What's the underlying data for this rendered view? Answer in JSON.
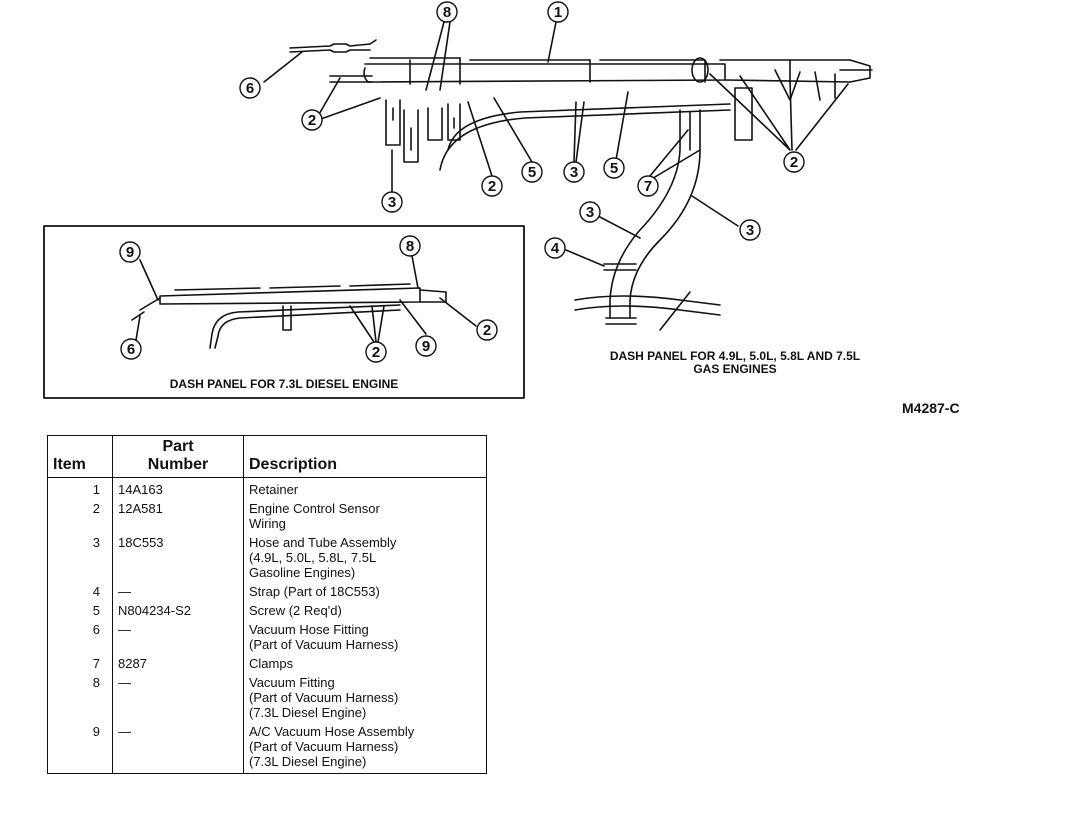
{
  "diagram": {
    "main_caption_lines": [
      "DASH PANEL FOR 4.9L, 5.0L, 5.8L AND 7.5L",
      "GAS ENGINES"
    ],
    "inset_caption": "DASH PANEL FOR 7.3L DIESEL ENGINE",
    "figure_ref": "M4287-C",
    "callouts_main": [
      "8",
      "1",
      "6",
      "2",
      "2",
      "5",
      "3",
      "5",
      "2",
      "3",
      "7",
      "3",
      "3",
      "4"
    ],
    "callouts_inset": [
      "9",
      "8",
      "6",
      "2",
      "9",
      "2"
    ]
  },
  "table": {
    "headers": {
      "item": "Item",
      "part_line1": "Part",
      "part_line2": "Number",
      "description": "Description"
    },
    "rows": [
      {
        "item": "1",
        "part": "14A163",
        "description": [
          "Retainer"
        ]
      },
      {
        "item": "2",
        "part": "12A581",
        "description": [
          "Engine Control Sensor",
          "Wiring"
        ]
      },
      {
        "item": "3",
        "part": "18C553",
        "description": [
          "Hose and Tube Assembly",
          "(4.9L, 5.0L, 5.8L, 7.5L",
          "Gasoline Engines)"
        ]
      },
      {
        "item": "4",
        "part": "—",
        "description": [
          "Strap (Part of 18C553)"
        ]
      },
      {
        "item": "5",
        "part": "N804234-S2",
        "description": [
          "Screw (2 Req'd)"
        ]
      },
      {
        "item": "6",
        "part": "—",
        "description": [
          "Vacuum Hose Fitting",
          "(Part of Vacuum Harness)"
        ]
      },
      {
        "item": "7",
        "part": "8287",
        "description": [
          "Clamps"
        ]
      },
      {
        "item": "8",
        "part": "—",
        "description": [
          "Vacuum Fitting",
          "(Part of Vacuum Harness)",
          "(7.3L Diesel Engine)"
        ]
      },
      {
        "item": "9",
        "part": "—",
        "description": [
          "A/C Vacuum Hose Assembly",
          "(Part of Vacuum Harness)",
          "(7.3L Diesel Engine)"
        ]
      }
    ]
  }
}
